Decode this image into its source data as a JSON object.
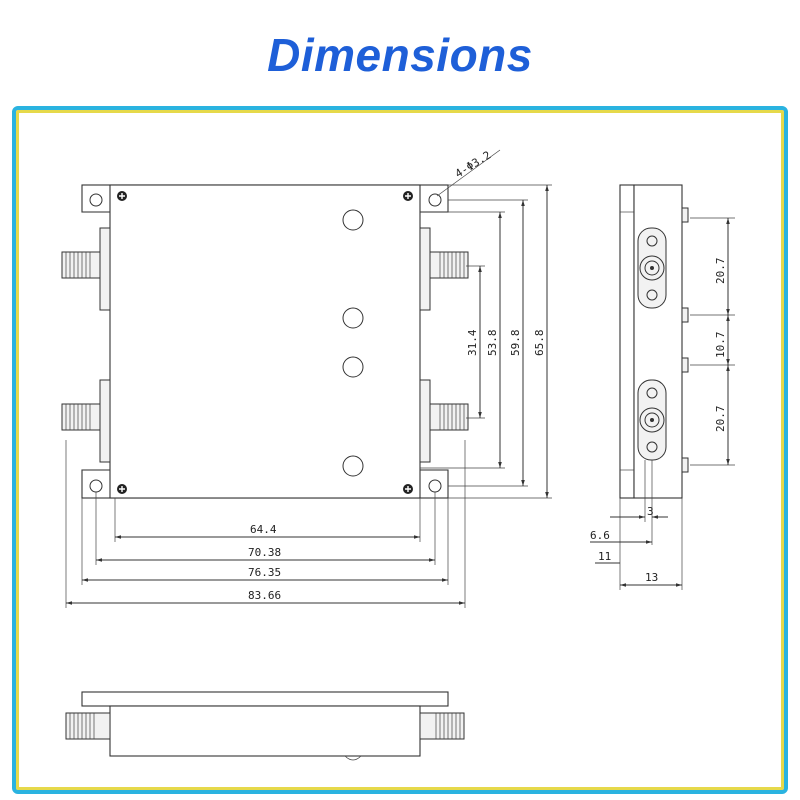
{
  "title": "Dimensions",
  "colors": {
    "title": "#1e5fd8",
    "frame_outer": "#2ab3e0",
    "frame_inner": "#e6d94a"
  },
  "front_view": {
    "hole_callout": "4-Φ3.2",
    "horizontal_dims": [
      "64.4",
      "70.38",
      "76.35",
      "83.66"
    ],
    "vertical_dims": [
      "31.4",
      "53.8",
      "59.8",
      "65.8"
    ]
  },
  "side_view": {
    "vertical_dims": [
      "20.7",
      "10.7",
      "20.7"
    ],
    "horizontal_dims": [
      "3",
      "6.6",
      "11",
      "13"
    ]
  }
}
